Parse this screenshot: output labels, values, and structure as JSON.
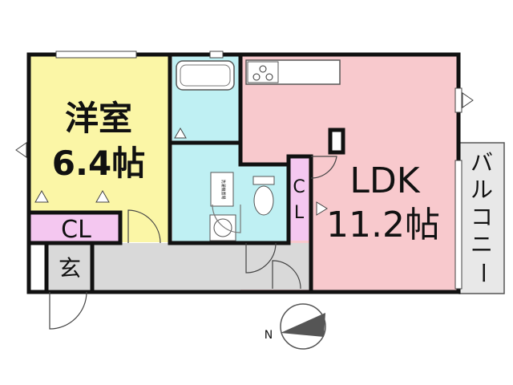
{
  "rooms": {
    "western_room": {
      "line1": "洋室",
      "line2": "6.4帖"
    },
    "ldk": {
      "line1": "LDK",
      "line2": "11.2帖"
    },
    "closet_western": "CL",
    "closet_ldk": [
      "C",
      "L"
    ],
    "entrance": "玄",
    "balcony": [
      "バ",
      "ル",
      "コ",
      "ニ",
      "ー"
    ],
    "washer_space": "洗濯機置場"
  },
  "compass": {
    "north_label": "N"
  },
  "colors": {
    "western_room": "#fbf6a6",
    "ldk": "#f8c9cd",
    "wet_area": "#bff0f3",
    "closet": "#f4c7f0",
    "hallway": "#d9d9d9",
    "balcony": "#e8e8e8",
    "wall": "#111111"
  }
}
